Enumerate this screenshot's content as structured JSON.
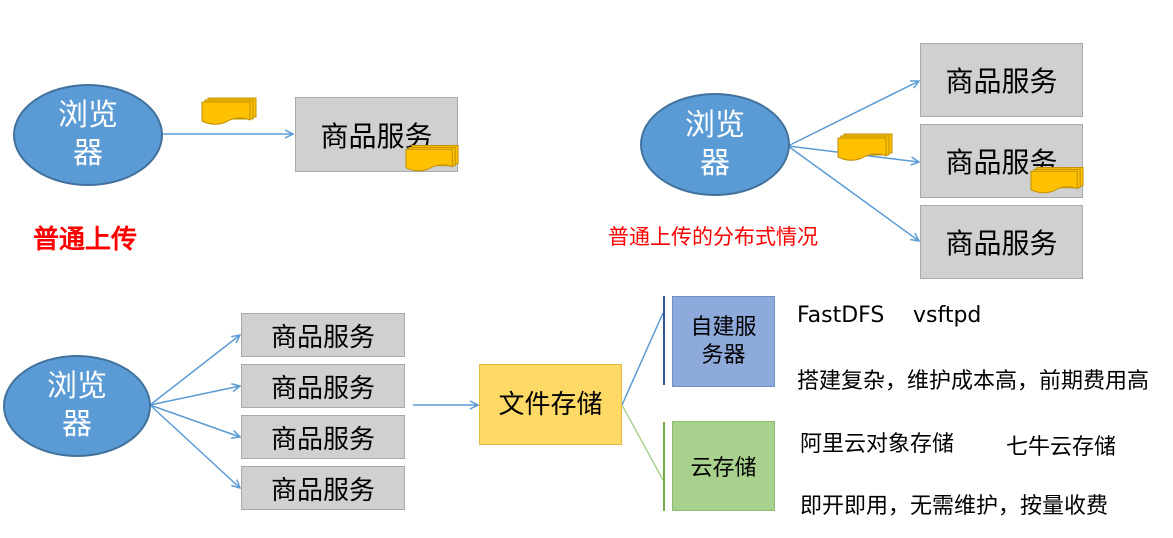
{
  "diagram_top_left": {
    "browser_label": "浏览器",
    "service_label": "商品服务",
    "caption": "普通上传"
  },
  "diagram_top_right": {
    "browser_label": "浏览器",
    "services": [
      "商品服务",
      "商品服务",
      "商品服务"
    ],
    "caption": "普通上传的分布式情况"
  },
  "diagram_bottom": {
    "browser_label": "浏览器",
    "services": [
      "商品服务",
      "商品服务",
      "商品服务",
      "商品服务"
    ],
    "file_storage_label": "文件存储",
    "self_built": {
      "label": "自建服务器",
      "tools": [
        "FastDFS",
        "vsftpd"
      ],
      "description": "搭建复杂，维护成本高，前期费用高"
    },
    "cloud": {
      "label": "云存储",
      "providers": [
        "阿里云对象存储",
        "七牛云存储"
      ],
      "description": "即开即用，无需维护，按量收费"
    }
  },
  "colors": {
    "browser_fill": "#5b9bd5",
    "service_fill": "#d0d0d0",
    "file_storage_fill": "#ffd966",
    "self_built_fill": "#8eaadb",
    "cloud_fill": "#a9d18e",
    "caption_red": "#ff0000",
    "file_icon": "#ffc000"
  },
  "icons": [
    "file-stack-icon"
  ]
}
